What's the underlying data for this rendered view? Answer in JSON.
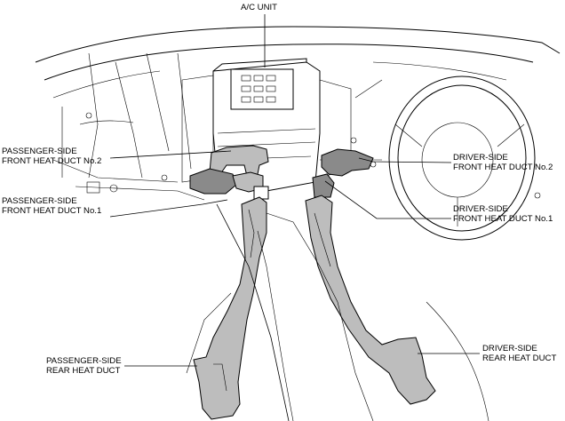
{
  "labels": {
    "ac_unit": "A/C UNIT",
    "passenger_front_no2": [
      "PASSENGER-SIDE",
      "FRONT HEAT DUCT No.2"
    ],
    "passenger_front_no1": [
      "PASSENGER-SIDE",
      "FRONT HEAT DUCT No.1"
    ],
    "driver_front_no2": [
      "DRIVER-SIDE",
      "FRONT HEAT DUCT No.2"
    ],
    "driver_front_no1": [
      "DRIVER-SIDE",
      "FRONT HEAT DUCT No.1"
    ],
    "passenger_rear": [
      "PASSENGER-SIDE",
      "REAR HEAT DUCT"
    ],
    "driver_rear": [
      "DRIVER-SIDE",
      "REAR HEAT DUCT"
    ]
  },
  "colors": {
    "duct_fill": "#bdbdbd",
    "duct_dark": "#8a8a8a",
    "line": "#000000"
  }
}
